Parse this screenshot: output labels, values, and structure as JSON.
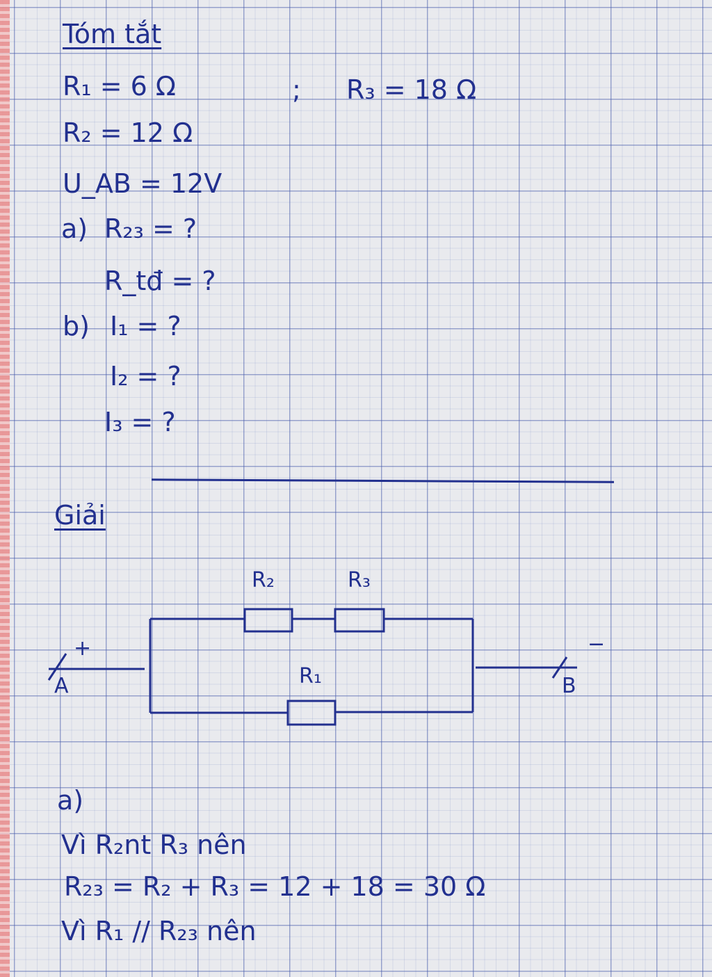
{
  "summary": {
    "heading": "Tóm tắt",
    "given_line1_left": "R₁ = 6 Ω",
    "given_line1_sep": ";",
    "given_line1_right": "R₃ = 18 Ω",
    "given_line2": "R₂ = 12 Ω",
    "given_line3": "U_AB = 12V",
    "q_a_label": "a)",
    "q_a1": "R₂₃ = ?",
    "q_a2": "R_tđ = ?",
    "q_b_label": "b)",
    "q_b1": "I₁ = ?",
    "q_b2": "I₂ = ?",
    "q_b3": "I₃ = ?"
  },
  "solution": {
    "heading": "Giải",
    "part_a_label": "a)",
    "line1": "Vì R₂nt R₃ nên",
    "line2": "R₂₃ = R₂ + R₃ = 12 + 18 = 30 Ω",
    "line3": "Vì R₁ // R₂₃ nên"
  },
  "circuit": {
    "label_R2": "R₂",
    "label_R3": "R₃",
    "label_R1": "R₁",
    "terminal_A": "A",
    "terminal_B": "B",
    "sign_plus": "+",
    "sign_minus": "−"
  },
  "colors": {
    "ink": "#22308f",
    "paper": "#e9eaee",
    "grid": "#465aaa"
  }
}
